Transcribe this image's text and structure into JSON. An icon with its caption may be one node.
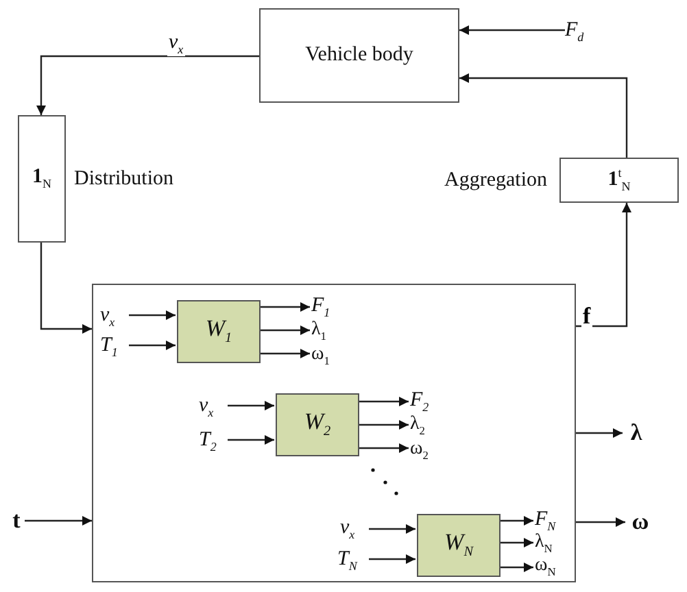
{
  "diagram": {
    "nodes": [
      {
        "text": [
          "Vehicle body"
        ]
      },
      {
        "text": [
          "F$_{d}$"
        ]
      },
      {
        "text": [
          "**1**$_{N}$"
        ],
        "beside": [
          "Distribution"
        ]
      },
      {
        "text": [
          "**1**$^{t}$$_{N}$"
        ],
        "beside": [
          "Aggregation"
        ]
      },
      {
        "text": [],
        "shape": "box"
      },
      {
        "text": [
          "v$_{x}$"
        ],
        "in": 4
      },
      {
        "text": [
          "T$_{1}$"
        ],
        "in": 4
      },
      {
        "text": [
          "W$_{1}$"
        ],
        "in": 4
      },
      {
        "text": [
          "F$_{1}$"
        ],
        "in": 4
      },
      {
        "text": [
          "λ$_{1}$"
        ],
        "in": 4
      },
      {
        "text": [
          "ω$_{1}$"
        ],
        "in": 4
      },
      {
        "text": [
          "v$_{x}$"
        ],
        "in": 4
      },
      {
        "text": [
          "T$_{2}$"
        ],
        "in": 4
      },
      {
        "text": [
          "W$_{2}$"
        ],
        "in": 4
      },
      {
        "text": [
          "F$_{2}$"
        ],
        "in": 4
      },
      {
        "text": [
          "λ$_{2}$"
        ],
        "in": 4
      },
      {
        "text": [
          "ω$_{2}$"
        ],
        "in": 4
      },
      {
        "text": [
          "v$_{x}$"
        ],
        "in": 4
      },
      {
        "text": [
          "T$_{N}$"
        ],
        "in": 4
      },
      {
        "text": [
          "W$_{N}$"
        ],
        "in": 4
      },
      {
        "text": [
          "F$_{N}$"
        ],
        "in": 4
      },
      {
        "text": [
          "λ$_{N}$"
        ],
        "in": 4
      },
      {
        "text": [
          "ω$_{N}$"
        ],
        "in": 4
      },
      {
        "text": [
          "λ"
        ]
      },
      {
        "text": [
          "ω"
        ]
      },
      {
        "text": [
          "t"
        ]
      }
    ],
    "edges": [
      {
        "from": 0,
        "to": 2,
        "arrow": "to",
        "label": "v$_{x}$"
      },
      {
        "from": 1,
        "to": 0,
        "arrow": "to"
      },
      {
        "from": 3,
        "to": 0,
        "arrow": "to"
      },
      {
        "from": 2,
        "to": 4,
        "arrow": "to"
      },
      {
        "from": 4,
        "to": 3,
        "arrow": "to",
        "label": "f"
      },
      {
        "from": 4,
        "to": 23,
        "arrow": "to"
      },
      {
        "from": 4,
        "to": 24,
        "arrow": "to"
      },
      {
        "from": 25,
        "to": 4,
        "arrow": "to"
      },
      {
        "from": 5,
        "to": 7,
        "arrow": "to"
      },
      {
        "from": 6,
        "to": 7,
        "arrow": "to"
      },
      {
        "from": 7,
        "to": 8,
        "arrow": "to"
      },
      {
        "from": 7,
        "to": 9,
        "arrow": "to"
      },
      {
        "from": 7,
        "to": 10,
        "arrow": "to"
      },
      {
        "from": 11,
        "to": 13,
        "arrow": "to"
      },
      {
        "from": 12,
        "to": 13,
        "arrow": "to"
      },
      {
        "from": 13,
        "to": 14,
        "arrow": "to"
      },
      {
        "from": 13,
        "to": 15,
        "arrow": "to"
      },
      {
        "from": 13,
        "to": 16,
        "arrow": "to"
      },
      {
        "from": 17,
        "to": 19,
        "arrow": "to"
      },
      {
        "from": 18,
        "to": 19,
        "arrow": "to"
      },
      {
        "from": 19,
        "to": 20,
        "arrow": "to"
      },
      {
        "from": 19,
        "to": 21,
        "arrow": "to"
      },
      {
        "from": 19,
        "to": 22,
        "arrow": "to"
      }
    ]
  }
}
